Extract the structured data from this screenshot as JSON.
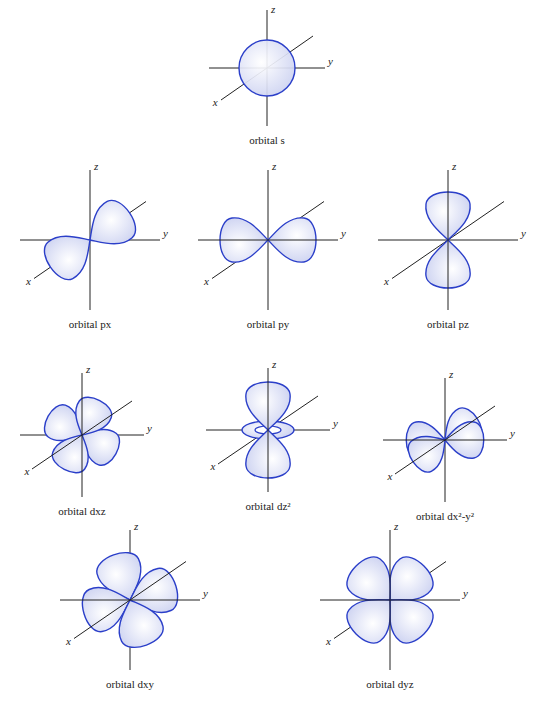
{
  "diagram": {
    "labels": [
      "orbital s",
      "z",
      "y",
      "x",
      "orbital px",
      "z",
      "y",
      "x",
      "orbital py",
      "z",
      "y",
      "x",
      "orbital pz",
      "z",
      "y",
      "x",
      "orbital dxz",
      "z",
      "y",
      "x",
      "orbital dz²",
      "z",
      "y",
      "x",
      "orbital dx²-y²",
      "z",
      "y",
      "x",
      "orbital dxy",
      "z",
      "y",
      "x",
      "orbital dyz",
      "z",
      "y",
      "x"
    ]
  }
}
